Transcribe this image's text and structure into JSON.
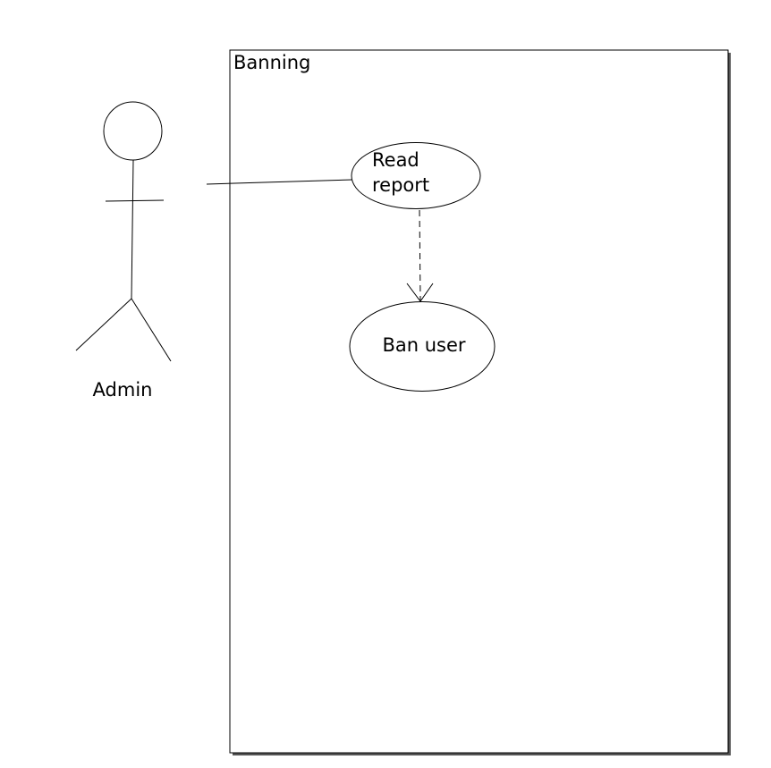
{
  "diagram": {
    "type": "use-case",
    "system": {
      "title": "Banning"
    },
    "actor": {
      "name": "Admin"
    },
    "use_cases": [
      {
        "id": "read-report",
        "lines": [
          "Read",
          "report"
        ]
      },
      {
        "id": "ban-user",
        "lines": [
          "Ban user"
        ]
      }
    ],
    "relationships": [
      {
        "from": "actor",
        "to": "read-report",
        "style": "solid"
      },
      {
        "from": "read-report",
        "to": "ban-user",
        "style": "dashed",
        "arrow": "open"
      }
    ]
  }
}
